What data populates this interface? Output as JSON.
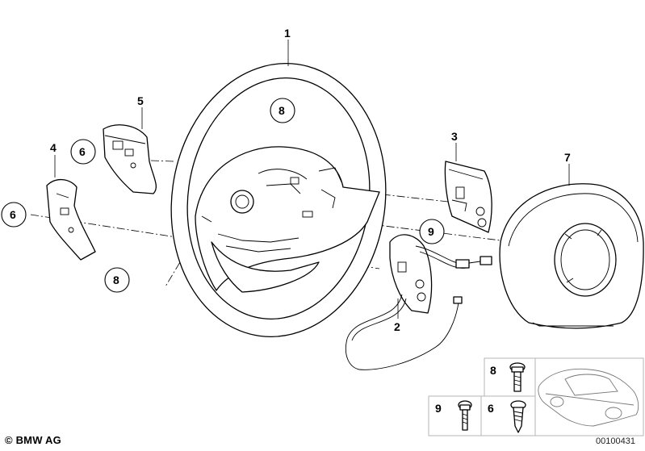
{
  "callouts": {
    "steering_wheel": "1",
    "wiring_harness": "2",
    "right_switch_cover": "3",
    "left_paddle": "4",
    "left_upper_paddle": "5",
    "screw_upper": "6",
    "screw_lower": "6",
    "airbag": "7",
    "bolt_upper": "8",
    "bolt_lower": "8",
    "screw_right": "9"
  },
  "fastener_inset": {
    "bolt_8": "8",
    "bolt_9": "9",
    "screw_6": "6"
  },
  "footer": {
    "copyright": "© BMW AG",
    "document_number": "00100431"
  }
}
